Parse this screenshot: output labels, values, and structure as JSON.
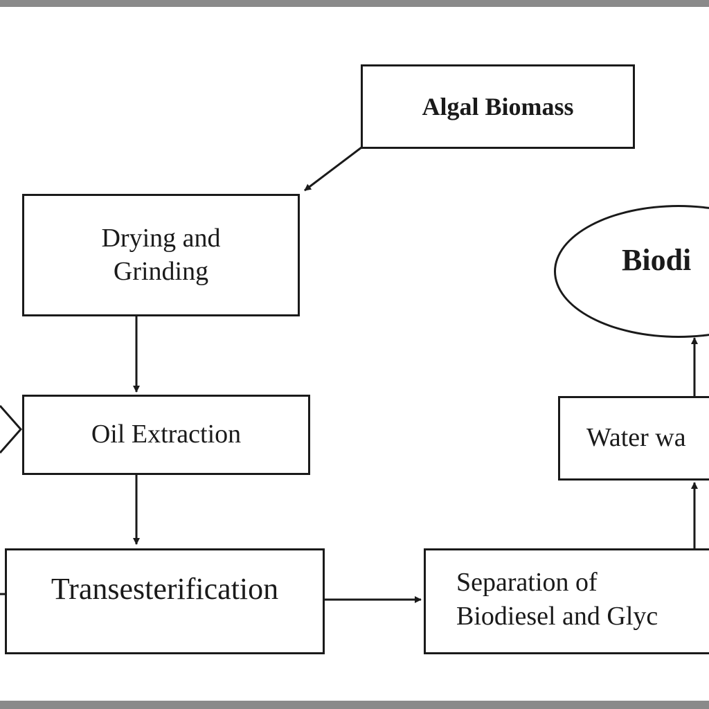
{
  "diagram": {
    "nodes": {
      "algal_biomass": {
        "label": "Algal Biomass"
      },
      "drying_grinding": {
        "label": "Drying and\nGrinding"
      },
      "oil_extraction": {
        "label": "Oil Extraction"
      },
      "transesterification": {
        "label": "Transesterification"
      },
      "separation": {
        "label": "Separation of\nBiodiesel and Glyc"
      },
      "water_washing": {
        "label": "Water wa"
      },
      "biodiesel": {
        "label": "Biodi"
      }
    },
    "edges": [
      {
        "from": "algal_biomass",
        "to": "drying_grinding"
      },
      {
        "from": "drying_grinding",
        "to": "oil_extraction"
      },
      {
        "from": "oil_extraction",
        "to": "transesterification"
      },
      {
        "from": "transesterification",
        "to": "separation"
      },
      {
        "from": "separation",
        "to": "water_washing"
      },
      {
        "from": "water_washing",
        "to": "biodiesel"
      }
    ],
    "colors": {
      "stroke": "#1a1a1a",
      "frame": "#8a8a8a",
      "background": "#ffffff"
    }
  }
}
